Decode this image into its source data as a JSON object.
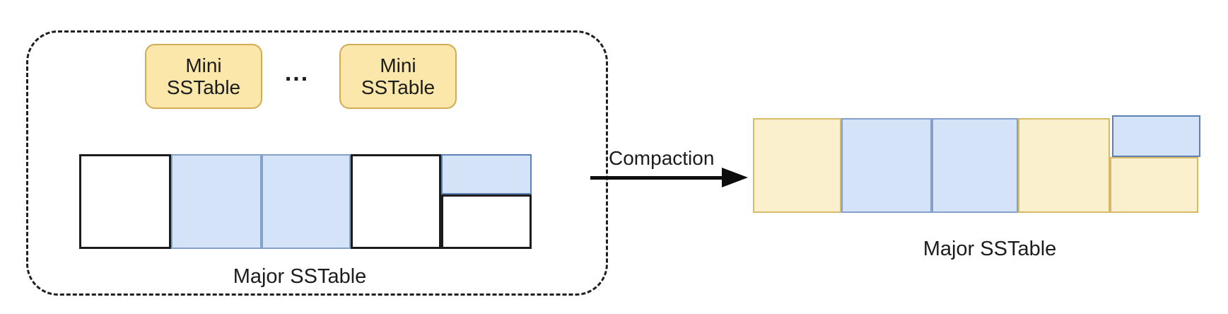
{
  "left_panel": {
    "mini_sstable_1": "Mini\nSSTable",
    "mini_sstable_2": "Mini\nSSTable",
    "ellipsis": "...",
    "row_label": "Major SSTable",
    "cells": [
      {
        "type": "full",
        "color": "white"
      },
      {
        "type": "full",
        "color": "blue"
      },
      {
        "type": "full",
        "color": "blue"
      },
      {
        "type": "full",
        "color": "white"
      },
      {
        "type": "split",
        "top": "blue",
        "bottom": "white"
      }
    ]
  },
  "arrow": {
    "label": "Compaction"
  },
  "right_panel": {
    "row_label": "Major SSTable",
    "cells": [
      {
        "type": "full",
        "color": "yellow"
      },
      {
        "type": "full",
        "color": "blue"
      },
      {
        "type": "full",
        "color": "blue"
      },
      {
        "type": "full",
        "color": "yellow"
      },
      {
        "type": "split",
        "top": "blue",
        "bottom": "yellow"
      }
    ]
  },
  "colors": {
    "mini_fill": "#fae7a9",
    "mini_border": "#d2ac55",
    "yellow_fill": "#fbf0ce",
    "yellow_border": "#d6ba67",
    "blue_fill": "#d5e3f8",
    "blue_border": "#85a0c9",
    "blue_border_dark": "#5e81b5",
    "outline_black": "#1c1c1c"
  }
}
